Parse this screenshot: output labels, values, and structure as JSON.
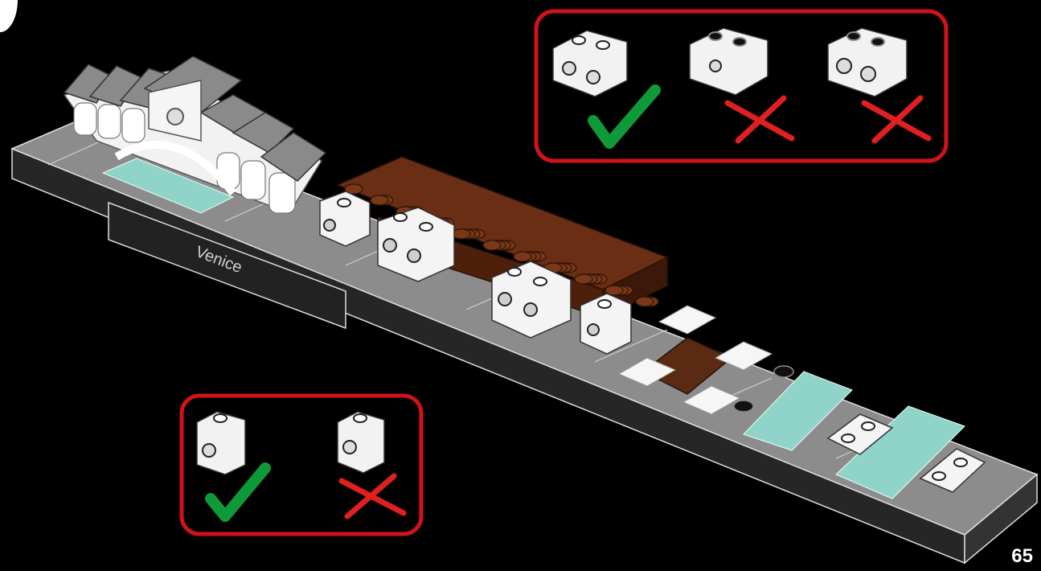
{
  "page_number": "65",
  "base_label": "Venice",
  "colors": {
    "background": "#000000",
    "callout_border": "#d0121b",
    "check": "#0f9a3a",
    "cross": "#e02020",
    "brick_brown": "#5a2a12",
    "brick_white": "#f2f2f2",
    "tile_gray": "#9a9a9a",
    "tile_light": "#c4c4c4",
    "base_dark": "#2a2a2a",
    "water": "#8fd3c9"
  },
  "callouts": [
    {
      "name": "top-right-callout",
      "options": [
        "check",
        "cross",
        "cross"
      ]
    },
    {
      "name": "bottom-left-callout",
      "options": [
        "check",
        "cross"
      ]
    }
  ],
  "icons": [
    "check-icon",
    "cross-icon",
    "brick-icon",
    "building-icon"
  ]
}
